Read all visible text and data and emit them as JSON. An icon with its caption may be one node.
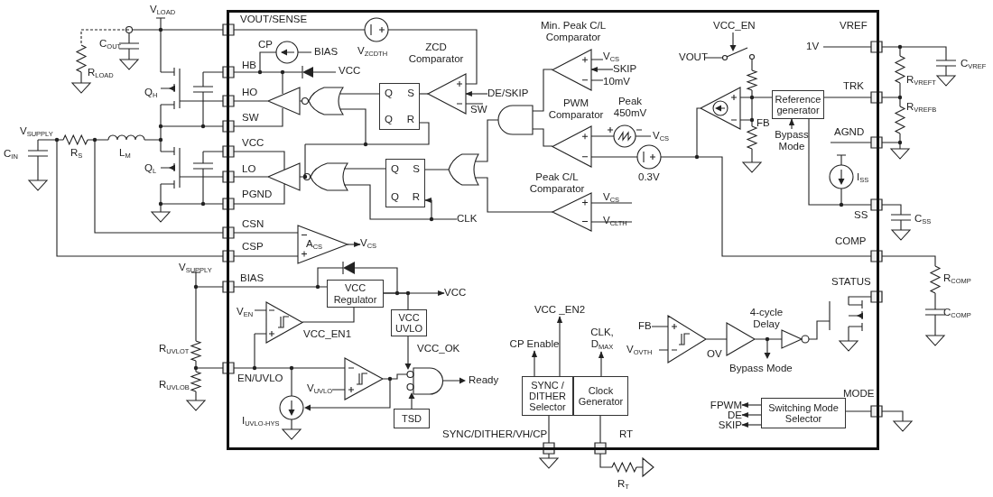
{
  "diagram": {
    "nodes": [
      {
        "text": [],
        "shape": "box"
      },
      {
        "text": [
          "ZCD Comparator"
        ],
        "in": 0,
        "beside": [
          "SW"
        ]
      },
      {
        "text": [
          "Q",
          "S",
          "Q",
          "R"
        ],
        "in": 0
      },
      {
        "text": [
          "Q",
          "S",
          "Q",
          "R"
        ],
        "in": 0
      },
      {
        "text": [
          "A$_{CS}$"
        ],
        "in": 0
      },
      {
        "text": [
          "Min. Peak C/L Comparator"
        ],
        "in": 0
      },
      {
        "text": [
          "PWM Comparator"
        ],
        "in": 0
      },
      {
        "text": [
          "Peak C/L Comparator"
        ],
        "in": 0
      },
      {
        "text": [
          "Reference generator"
        ],
        "in": 0
      },
      {
        "text": [
          "Bypass Mode"
        ],
        "in": 0
      },
      {
        "text": [
          "VCC Regulator"
        ],
        "in": 0
      },
      {
        "text": [
          "VCC UVLO"
        ],
        "in": 0
      },
      {
        "text": [
          "TSD"
        ],
        "in": 0
      },
      {
        "text": [
          "SYNC / DITHER Selector"
        ],
        "in": 0
      },
      {
        "text": [
          "Clock Generator"
        ],
        "in": 0
      },
      {
        "text": [
          "CP Enable"
        ],
        "in": 0
      },
      {
        "text": [
          "VCC _EN2"
        ],
        "in": 0
      },
      {
        "text": [
          "CLK, D$_{MAX}$"
        ],
        "in": 0
      },
      {
        "text": [
          "Switching Mode Selector"
        ],
        "in": 0
      },
      {
        "text": [
          "FPWM"
        ],
        "in": 0
      },
      {
        "text": [
          "DE"
        ],
        "in": 0
      },
      {
        "text": [
          "SKIP"
        ],
        "in": 0
      },
      {
        "text": [
          "VCC"
        ],
        "in": 0
      },
      {
        "text": [
          "DE/SKIP"
        ],
        "in": 0
      },
      {
        "text": [
          "SKIP"
        ],
        "in": 0
      },
      {
        "text": [
          "CLK"
        ],
        "in": 0
      },
      {
        "text": [
          "V$_{CS}$"
        ],
        "in": 0
      }
    ],
    "edges": [
      {
        "from": 9,
        "to": 8,
        "arrow": "to"
      },
      {
        "from": 13,
        "to": 15,
        "arrow": "to"
      },
      {
        "from": 13,
        "to": 16,
        "arrow": "to"
      },
      {
        "from": 14,
        "to": 17,
        "arrow": "to"
      },
      {
        "from": 18,
        "to": 19,
        "arrow": "to"
      },
      {
        "from": 18,
        "to": 20,
        "arrow": "to"
      },
      {
        "from": 18,
        "to": 21,
        "arrow": "to"
      },
      {
        "from": 10,
        "to": 22,
        "arrow": "to"
      },
      {
        "from": 10,
        "to": 11,
        "arrow": "none"
      },
      {
        "from": 1,
        "to": 2,
        "arrow": "none"
      },
      {
        "from": 23,
        "to": 1,
        "arrow": "to"
      },
      {
        "from": 24,
        "to": 5,
        "arrow": "to"
      },
      {
        "from": 25,
        "to": 3,
        "arrow": "to"
      },
      {
        "from": 4,
        "to": 26,
        "arrow": "to"
      }
    ],
    "labels": [
      "V$_{LOAD}$",
      "C$_{OUT}$",
      "R$_{LOAD}$",
      "Q$_{H}$",
      "V$_{SUPPLY}$",
      "C$_{IN}$",
      "R$_{S}$",
      "L$_{M}$",
      "Q$_{L}$",
      "VOUT/SENSE",
      "HB",
      "HO",
      "SW",
      "VCC",
      "LO",
      "PGND",
      "CSN",
      "CSP",
      "V$_{SUPPLY}$",
      "BIAS",
      "R$_{UVLOT}$",
      "R$_{UVLOB}$",
      "EN/UVLO",
      "CP",
      "BIAS",
      "V$_{ZCDTH}$",
      "VCC",
      "V$_{CS}$",
      "10mV",
      "Peak 450mV",
      "V$_{CS}$",
      "0.3V",
      "V$_{CS}$",
      "V$_{CLTH}$",
      "VCC_EN",
      "VOUT",
      "FB",
      "1V",
      "VREF",
      "TRK",
      "AGND",
      "SS",
      "COMP",
      "R$_{VREFT}$",
      "R$_{VREFB}$",
      "C$_{VREF}$",
      "I$_{SS}$",
      "C$_{SS}$",
      "R$_{COMP}$",
      "C$_{COMP}$",
      "STATUS",
      "MODE",
      "V$_{EN}$",
      "VCC_EN1",
      "VCC_OK",
      "Ready",
      "V$_{UVLO}$",
      "I$_{UVLO-HYS}$",
      "SYNC/DITHER/VH/CP",
      "RT",
      "R$_{T}$",
      "FB",
      "V$_{OVTH}$",
      "OV",
      "4-cycle Delay",
      "Bypass Mode"
    ]
  }
}
